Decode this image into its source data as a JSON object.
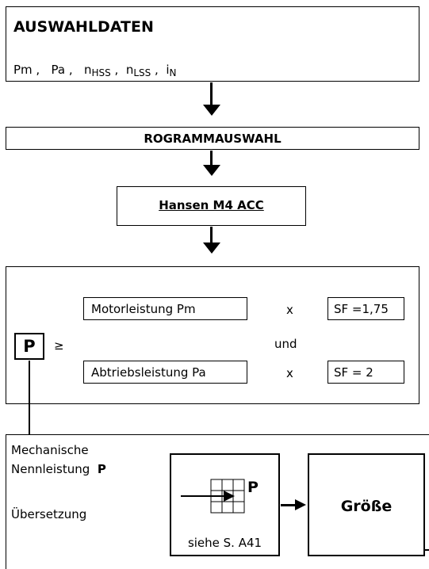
{
  "auswahl": {
    "title": "AUSWAHLDATEN",
    "pm": "Pm ,",
    "pa": "Pa ,",
    "nhss_base": "n",
    "nhss_sub": "HSS",
    "nhss_sep": " ,",
    "nlss_base": "n",
    "nlss_sub": "LSS",
    "nlss_sep": " ,",
    "in_base": "i",
    "in_sub": "N"
  },
  "programm": {
    "title": "ROGRAMMAUSWAHL"
  },
  "product": {
    "name": "Hansen M4 ACC"
  },
  "formula": {
    "p_symbol": "P",
    "geq": "≥",
    "motor_label": "Motorleistung Pm",
    "times1": "x",
    "sf1": "SF =1,75",
    "und": "und",
    "abtrieb_label": "Abtriebsleistung Pa",
    "times2": "x",
    "sf2": "SF = 2"
  },
  "bottom": {
    "mech_line1": "Mechanische",
    "mech_line2": "Nennleistung",
    "mech_p": "P",
    "uebersetzung": "Übersetzung",
    "table_p": "P",
    "siehe": "siehe S. A41",
    "groesse": "Größe"
  }
}
